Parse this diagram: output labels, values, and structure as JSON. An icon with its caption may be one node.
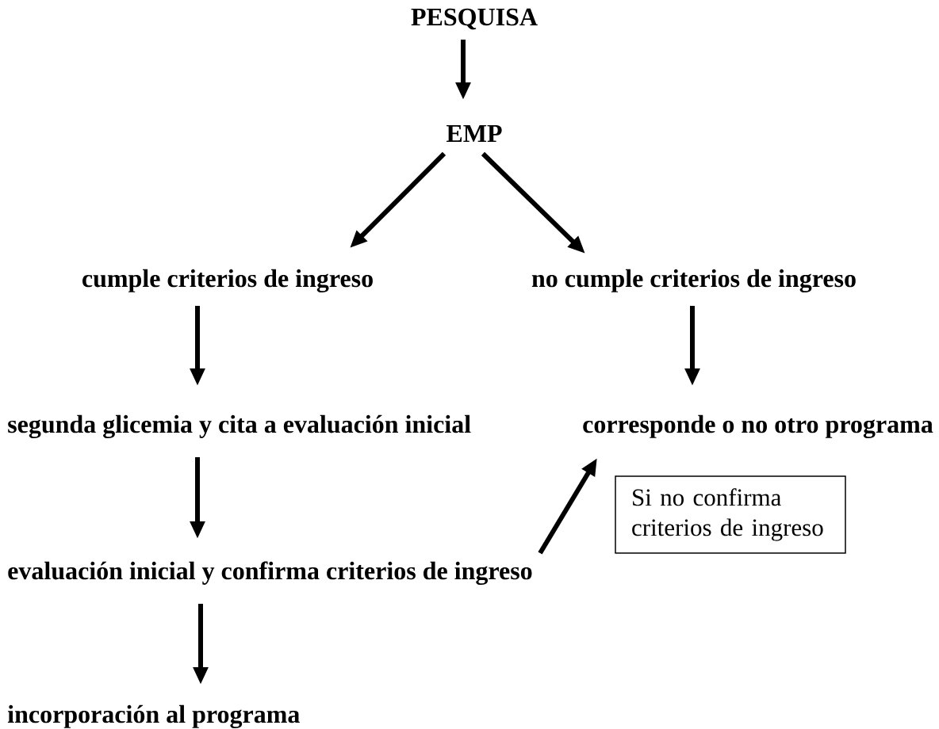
{
  "diagram": {
    "nodes": [
      {
        "text": [
          "PESQUISA"
        ]
      },
      {
        "text": [
          "EMP"
        ]
      },
      {
        "text": [
          "cumple criterios de ingreso"
        ]
      },
      {
        "text": [
          "no cumple criterios de ingreso"
        ]
      },
      {
        "text": [
          "segunda glicemia y cita a evaluación inicial"
        ]
      },
      {
        "text": [
          "corresponde o no otro programa"
        ]
      },
      {
        "text": [
          "evaluación inicial y confirma criterios de ingreso"
        ]
      },
      {
        "text": [
          "incorporación al programa"
        ]
      },
      {
        "text": [
          "Si no confirma criterios de ingreso"
        ]
      }
    ],
    "edges": [
      {
        "from": 0,
        "to": 1,
        "arrow": "to"
      },
      {
        "from": 1,
        "to": 2,
        "arrow": "to"
      },
      {
        "from": 1,
        "to": 3,
        "arrow": "to"
      },
      {
        "from": 2,
        "to": 4,
        "arrow": "to"
      },
      {
        "from": 3,
        "to": 5,
        "arrow": "to"
      },
      {
        "from": 4,
        "to": 6,
        "arrow": "to"
      },
      {
        "from": 6,
        "to": 5,
        "arrow": "to"
      },
      {
        "from": 6,
        "to": 7,
        "arrow": "to"
      }
    ]
  }
}
